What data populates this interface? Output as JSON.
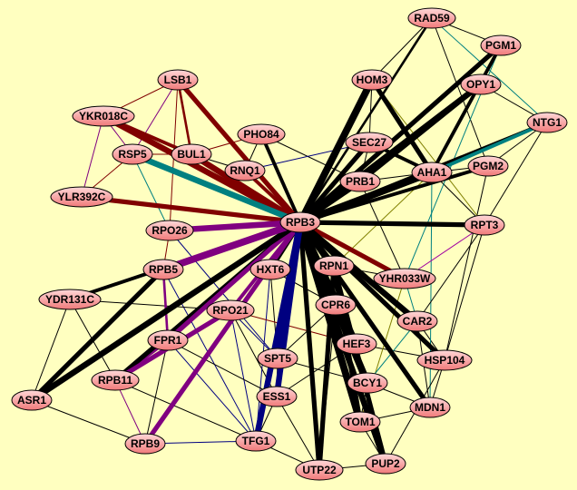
{
  "graph": {
    "background": "#ffffc0",
    "node_fill_light": "#ffd8d8",
    "node_fill_dark": "#f07a7a",
    "nodes": [
      "RAD59",
      "PGM1",
      "HOM3",
      "OPY1",
      "NTG1",
      "LSB1",
      "YKR018C",
      "PHO84",
      "SEC27",
      "RSP5",
      "BUL1",
      "RNQ1",
      "PGM2",
      "AHA1",
      "PRB1",
      "YLR392C",
      "RPB3",
      "RPT3",
      "RPO26",
      "RPB5",
      "HXT6",
      "RPN1",
      "YHR033W",
      "YDR131C",
      "CPR6",
      "RPO21",
      "CAR2",
      "FPR1",
      "HEF3",
      "SPT5",
      "HSP104",
      "RPB11",
      "BCY1",
      "ESS1",
      "ASR1",
      "MDN1",
      "TOM1",
      "TFG1",
      "RPB9",
      "PUP2",
      "UTP22"
    ],
    "edge_colors": {
      "k": "#000000",
      "r": "#800000",
      "t": "#008080",
      "p": "#800080",
      "b": "#000080",
      "o": "#808000",
      "m": "#a000a0"
    },
    "edges": [
      [
        "RPB3",
        "HOM3",
        "k",
        6
      ],
      [
        "RPB3",
        "OPY1",
        "k",
        5
      ],
      [
        "RPB3",
        "PGM1",
        "k",
        4
      ],
      [
        "RPB3",
        "AHA1",
        "k",
        6
      ],
      [
        "RPB3",
        "PRB1",
        "k",
        5
      ],
      [
        "RPB3",
        "SEC27",
        "k",
        4
      ],
      [
        "RPB3",
        "RPT3",
        "k",
        4
      ],
      [
        "RPB3",
        "NTG1",
        "k",
        3
      ],
      [
        "RPB3",
        "PGM2",
        "k",
        3
      ],
      [
        "RPB3",
        "RPN1",
        "k",
        5
      ],
      [
        "RPB3",
        "CPR6",
        "k",
        6
      ],
      [
        "RPB3",
        "HEF3",
        "k",
        5
      ],
      [
        "RPB3",
        "BCY1",
        "k",
        6
      ],
      [
        "RPB3",
        "TOM1",
        "k",
        6
      ],
      [
        "RPB3",
        "PUP2",
        "k",
        5
      ],
      [
        "RPB3",
        "UTP22",
        "k",
        4
      ],
      [
        "RPB3",
        "CAR2",
        "k",
        5
      ],
      [
        "RPB3",
        "HSP104",
        "k",
        4
      ],
      [
        "RPB3",
        "MDN1",
        "k",
        4
      ],
      [
        "RPB3",
        "HXT6",
        "k",
        4
      ],
      [
        "RPB3",
        "RPB11",
        "k",
        4
      ],
      [
        "RPB3",
        "ASR1",
        "k",
        5
      ],
      [
        "RPB3",
        "YDR131C",
        "k",
        3
      ],
      [
        "RPB3",
        "PHO84",
        "k",
        3
      ],
      [
        "RPB3",
        "RAD59",
        "k",
        2
      ],
      [
        "RPB3",
        "LSB1",
        "r",
        4
      ],
      [
        "RPB3",
        "YKR018C",
        "r",
        5
      ],
      [
        "RPB3",
        "YLR392C",
        "r",
        4
      ],
      [
        "RPB3",
        "BUL1",
        "r",
        5
      ],
      [
        "RPB3",
        "RNQ1",
        "r",
        3
      ],
      [
        "RPB3",
        "YHR033W",
        "r",
        4
      ],
      [
        "RPB3",
        "RSP5",
        "t",
        5
      ],
      [
        "RPB3",
        "RPO26",
        "p",
        5
      ],
      [
        "RPB3",
        "RPB5",
        "p",
        6
      ],
      [
        "RPB3",
        "FPR1",
        "p",
        4
      ],
      [
        "RPB3",
        "RPB9",
        "p",
        4
      ],
      [
        "RPB3",
        "RPO21",
        "p",
        3
      ],
      [
        "RPO21",
        "RPB11",
        "p",
        4
      ],
      [
        "RPB3",
        "SPT5",
        "b",
        6
      ],
      [
        "RPB3",
        "ESS1",
        "b",
        5
      ],
      [
        "RPB3",
        "TFG1",
        "b",
        5
      ],
      [
        "LSB1",
        "YKR018C",
        "r",
        1
      ],
      [
        "LSB1",
        "RSP5",
        "p",
        1
      ],
      [
        "LSB1",
        "BUL1",
        "r",
        2
      ],
      [
        "LSB1",
        "RPO26",
        "r",
        1
      ],
      [
        "YKR018C",
        "RSP5",
        "p",
        1
      ],
      [
        "YKR018C",
        "YLR392C",
        "p",
        1
      ],
      [
        "YKR018C",
        "BUL1",
        "r",
        3
      ],
      [
        "RSP5",
        "BUL1",
        "r",
        1
      ],
      [
        "RSP5",
        "YLR392C",
        "r",
        1
      ],
      [
        "RSP5",
        "RPO26",
        "t",
        1
      ],
      [
        "BUL1",
        "RNQ1",
        "k",
        1
      ],
      [
        "BUL1",
        "PHO84",
        "r",
        1
      ],
      [
        "PHO84",
        "RNQ1",
        "k",
        1
      ],
      [
        "RPO26",
        "RPB5",
        "r",
        1
      ],
      [
        "RPB5",
        "YDR131C",
        "k",
        1
      ],
      [
        "RPB5",
        "FPR1",
        "p",
        2
      ],
      [
        "RPB5",
        "ASR1",
        "k",
        4
      ],
      [
        "YDR131C",
        "ASR1",
        "k",
        1
      ],
      [
        "YDR131C",
        "RPB11",
        "k",
        1
      ],
      [
        "ASR1",
        "RPB9",
        "k",
        1
      ],
      [
        "RPB11",
        "RPB9",
        "p",
        1
      ],
      [
        "FPR1",
        "RPB11",
        "p",
        3
      ],
      [
        "FPR1",
        "TFG1",
        "b",
        1
      ],
      [
        "RPB9",
        "TFG1",
        "b",
        1
      ],
      [
        "RPB9",
        "FPR1",
        "k",
        1
      ],
      [
        "RPO21",
        "SPT5",
        "b",
        1
      ],
      [
        "RPO21",
        "ESS1",
        "k",
        1
      ],
      [
        "RPO21",
        "TFG1",
        "b",
        1
      ],
      [
        "HXT6",
        "SPT5",
        "k",
        1
      ],
      [
        "HXT6",
        "TFG1",
        "b",
        1
      ],
      [
        "SPT5",
        "ESS1",
        "k",
        1
      ],
      [
        "ESS1",
        "TFG1",
        "k",
        1
      ],
      [
        "TFG1",
        "UTP22",
        "k",
        1
      ],
      [
        "UTP22",
        "PUP2",
        "k",
        1
      ],
      [
        "TOM1",
        "PUP2",
        "k",
        1
      ],
      [
        "TOM1",
        "BCY1",
        "k",
        1
      ],
      [
        "BCY1",
        "HEF3",
        "k",
        1
      ],
      [
        "HEF3",
        "CPR6",
        "k",
        1
      ],
      [
        "CPR6",
        "RPN1",
        "k",
        1
      ],
      [
        "RPN1",
        "YHR033W",
        "k",
        1
      ],
      [
        "YHR033W",
        "CAR2",
        "t",
        1
      ],
      [
        "CAR2",
        "HSP104",
        "k",
        1
      ],
      [
        "HSP104",
        "MDN1",
        "k",
        1
      ],
      [
        "MDN1",
        "TOM1",
        "k",
        1
      ],
      [
        "CAR2",
        "MDN1",
        "k",
        1
      ],
      [
        "RPT3",
        "HSP104",
        "k",
        1
      ],
      [
        "RPT3",
        "AHA1",
        "k",
        1
      ],
      [
        "AHA1",
        "PGM2",
        "k",
        1
      ],
      [
        "PGM2",
        "NTG1",
        "k",
        1
      ],
      [
        "NTG1",
        "OPY1",
        "k",
        1
      ],
      [
        "OPY1",
        "PGM1",
        "k",
        1
      ],
      [
        "PGM1",
        "RAD59",
        "k",
        1
      ],
      [
        "RAD59",
        "HOM3",
        "k",
        1
      ],
      [
        "HOM3",
        "SEC27",
        "k",
        1
      ],
      [
        "SEC27",
        "PRB1",
        "k",
        1
      ],
      [
        "PRB1",
        "AHA1",
        "k",
        1
      ],
      [
        "AHA1",
        "NTG1",
        "t",
        3
      ],
      [
        "HOM3",
        "AHA1",
        "k",
        4
      ],
      [
        "OPY1",
        "PRB1",
        "k",
        4
      ],
      [
        "PGM1",
        "AHA1",
        "k",
        3
      ],
      [
        "RAD59",
        "NTG1",
        "t",
        1
      ],
      [
        "RAD59",
        "PGM2",
        "k",
        1
      ],
      [
        "SEC27",
        "AHA1",
        "k",
        3
      ],
      [
        "PRB1",
        "YHR033W",
        "k",
        1
      ],
      [
        "AHA1",
        "MDN1",
        "t",
        1
      ],
      [
        "PGM2",
        "HSP104",
        "k",
        1
      ],
      [
        "RPT3",
        "CAR2",
        "k",
        1
      ],
      [
        "NTG1",
        "RPT3",
        "k",
        1
      ],
      [
        "HEF3",
        "HSP104",
        "k",
        1
      ],
      [
        "ESS1",
        "HEF3",
        "k",
        1
      ],
      [
        "SPT5",
        "CPR6",
        "k",
        1
      ],
      [
        "UTP22",
        "RPN1",
        "k",
        4
      ],
      [
        "UTP22",
        "CPR6",
        "k",
        1
      ],
      [
        "PUP2",
        "RPN1",
        "k",
        4
      ],
      [
        "TOM1",
        "RPN1",
        "k",
        4
      ],
      [
        "RPB5",
        "TFG1",
        "b",
        1
      ],
      [
        "RPO26",
        "SPT5",
        "b",
        1
      ],
      [
        "PHO84",
        "PRB1",
        "k",
        1
      ],
      [
        "RNQ1",
        "SEC27",
        "b",
        1
      ],
      [
        "YHR033W",
        "TOM1",
        "o",
        1
      ],
      [
        "RPT3",
        "YHR033W",
        "m",
        1
      ],
      [
        "AHA1",
        "RPN1",
        "o",
        1
      ],
      [
        "HOM3",
        "RPT3",
        "o",
        1
      ],
      [
        "PGM1",
        "YHR033W",
        "t",
        1
      ],
      [
        "ESS1",
        "UTP22",
        "k",
        1
      ],
      [
        "SPT5",
        "BCY1",
        "k",
        1
      ],
      [
        "HXT6",
        "CPR6",
        "k",
        1
      ],
      [
        "RPO21",
        "HEF3",
        "r",
        1
      ],
      [
        "CAR2",
        "BCY1",
        "t",
        1
      ],
      [
        "HSP104",
        "PUP2",
        "k",
        1
      ],
      [
        "MDN1",
        "BCY1",
        "k",
        1
      ],
      [
        "RPB11",
        "TFG1",
        "k",
        1
      ],
      [
        "YDR131C",
        "RPO21",
        "k",
        1
      ],
      [
        "FPR1",
        "ESS1",
        "k",
        1
      ]
    ]
  }
}
